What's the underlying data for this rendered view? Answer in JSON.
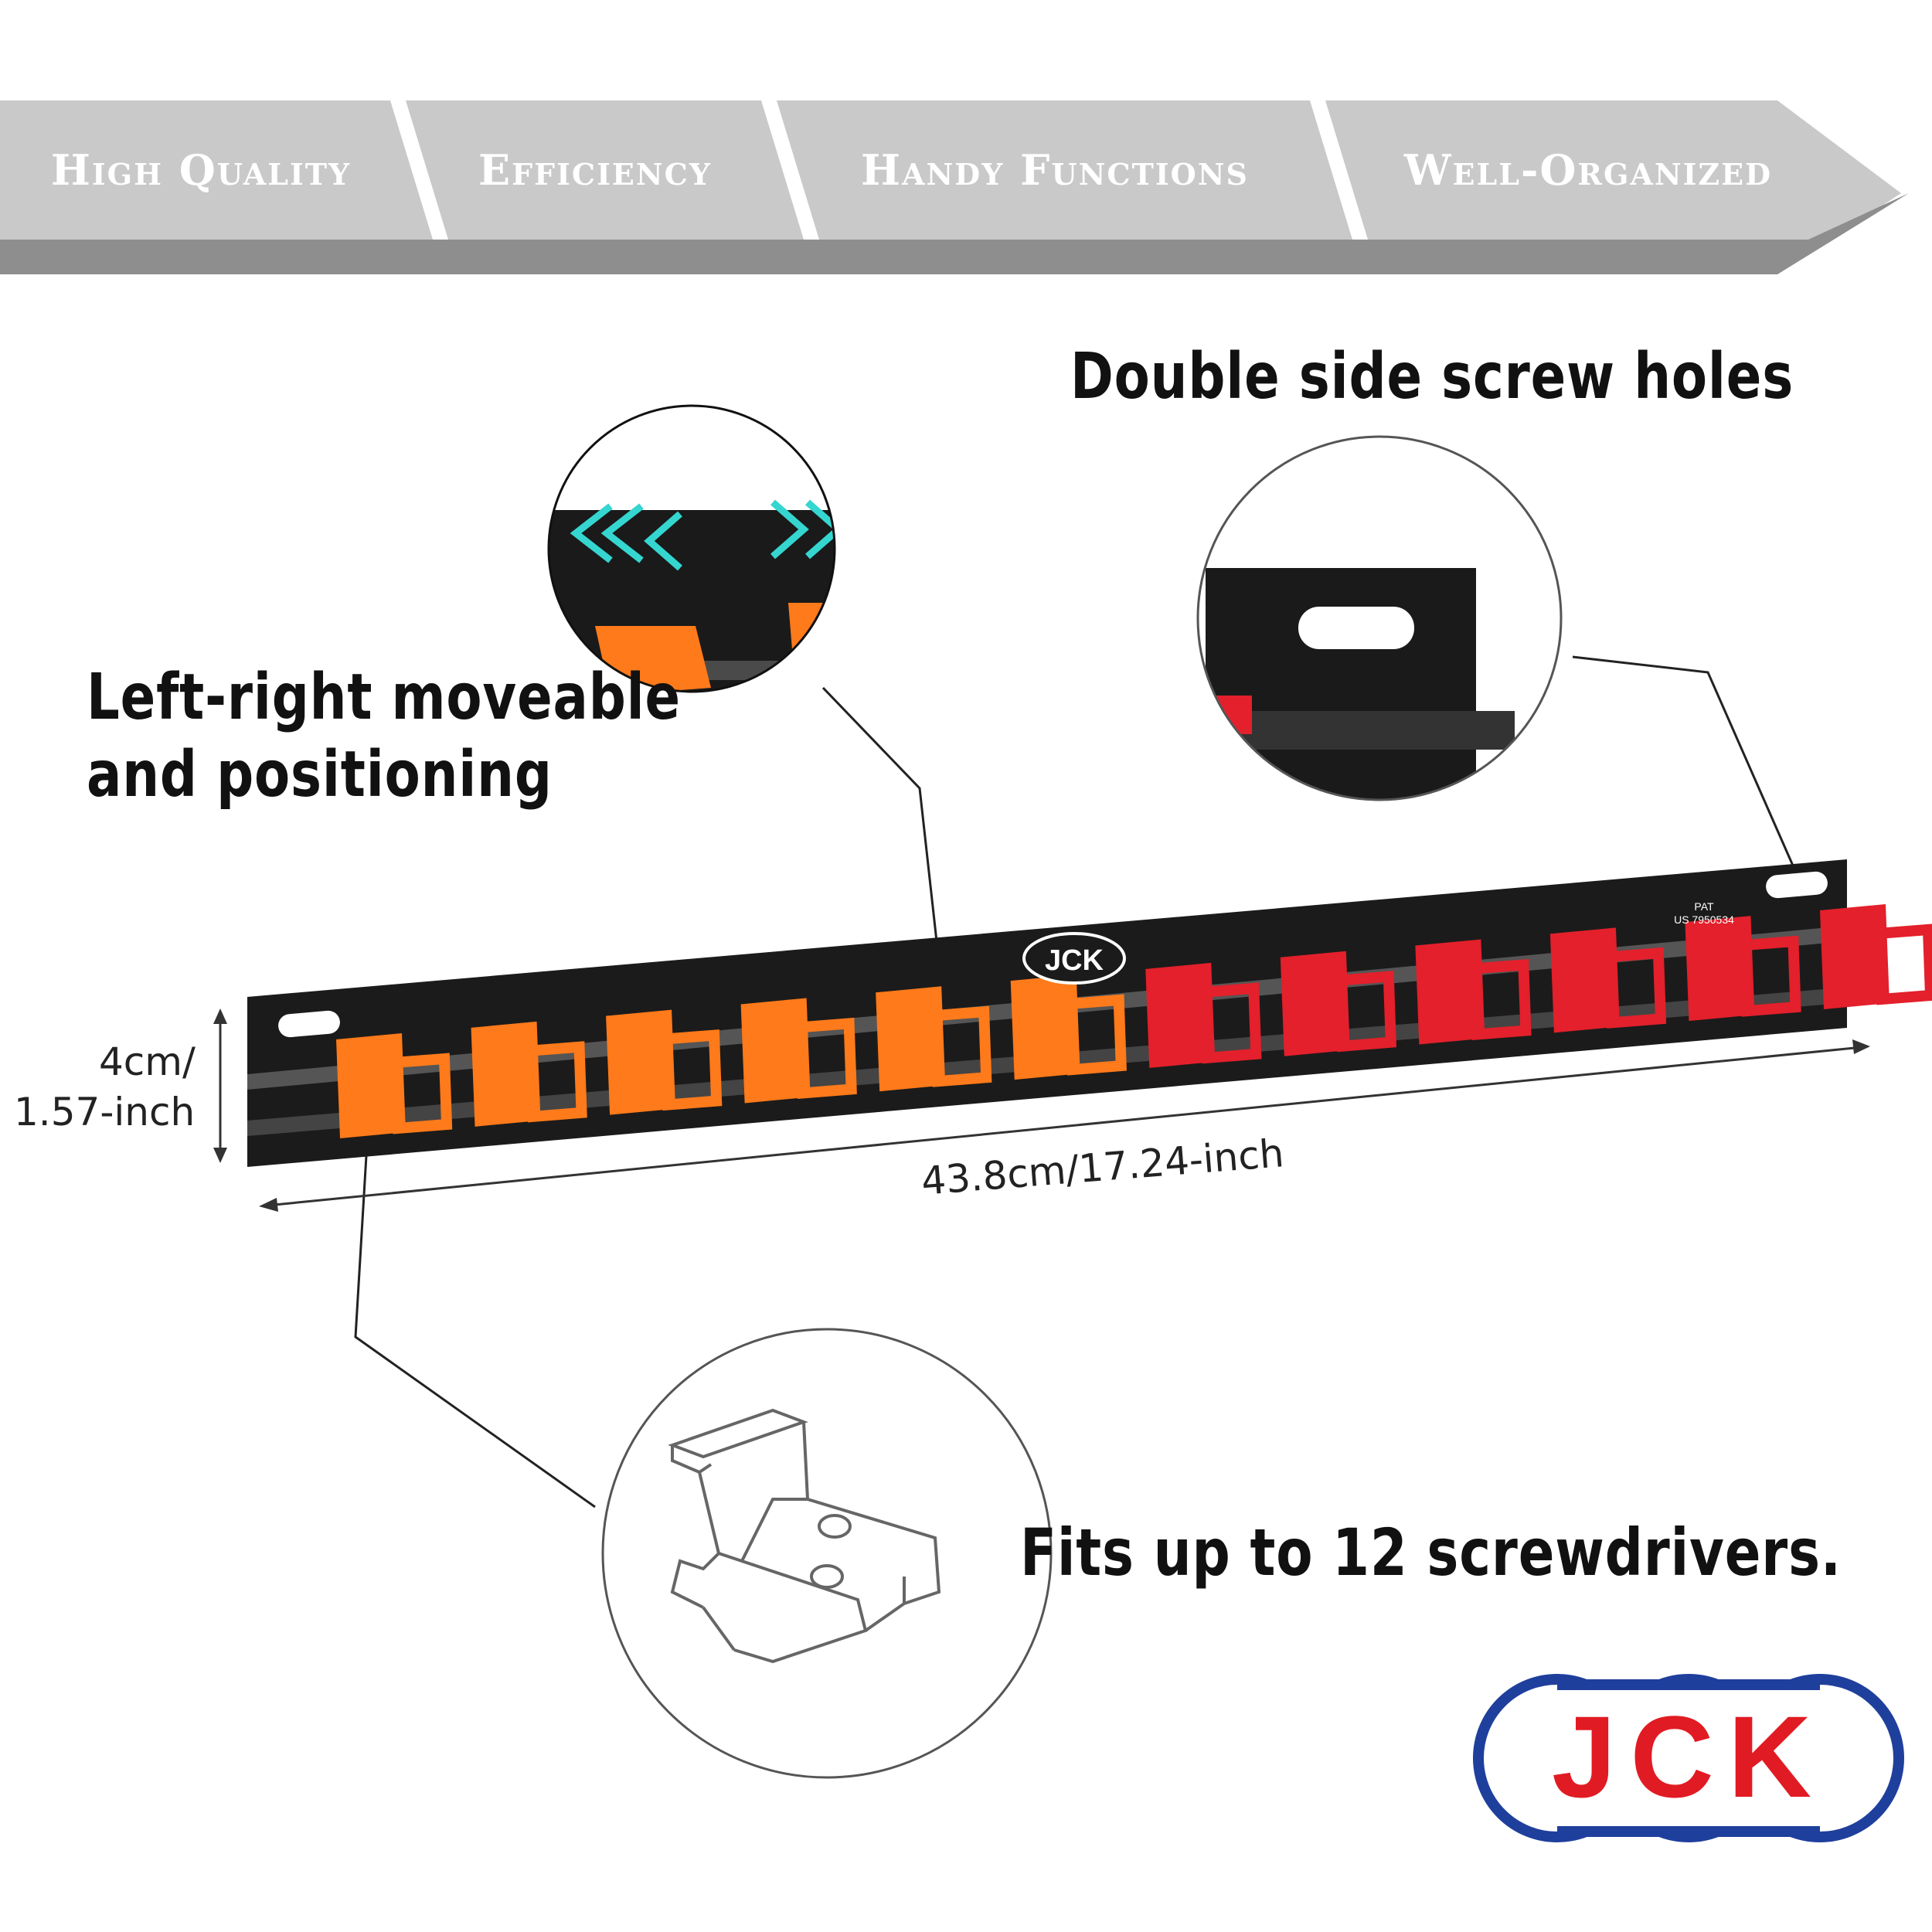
{
  "banner": {
    "items": [
      {
        "label": "High Quality"
      },
      {
        "label": "Efficiency"
      },
      {
        "label": "Handy Functions"
      },
      {
        "label": "Well-Organized"
      }
    ],
    "colors": {
      "light": "#c9c9c9",
      "dark": "#8e8e8e",
      "text": "#ffffff"
    }
  },
  "callouts": {
    "screw_holes": "Double side screw holes",
    "moveable_line1": "Left-right moveable",
    "moveable_line2": "and positioning",
    "capacity": "Fits up to 12 screwdrivers."
  },
  "dimensions": {
    "height_line1": "4cm/",
    "height_line2": "1.57-inch",
    "length": "43.8cm/17.24-inch"
  },
  "rail": {
    "brand": "JCK",
    "patent_line1": "PAT",
    "patent_line2": "US 7950534",
    "clips": [
      {
        "color": "orange"
      },
      {
        "color": "orange"
      },
      {
        "color": "orange"
      },
      {
        "color": "orange"
      },
      {
        "color": "orange"
      },
      {
        "color": "orange"
      },
      {
        "color": "red"
      },
      {
        "color": "red"
      },
      {
        "color": "red"
      },
      {
        "color": "red"
      },
      {
        "color": "red"
      },
      {
        "color": "red"
      }
    ],
    "colors": {
      "orange": "#ff7a1a",
      "red": "#e3202b",
      "rail": "#1b1b1b",
      "arrow": "#35d6d0"
    }
  },
  "logo": {
    "text": "JCK",
    "ring_color": "#1f3f9c",
    "text_color": "#e11b23"
  }
}
